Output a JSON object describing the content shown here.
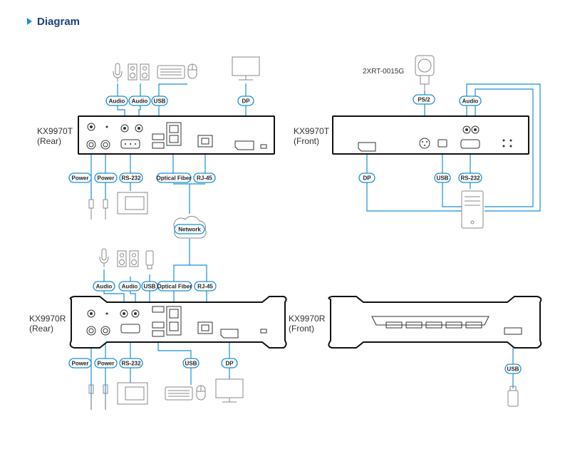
{
  "header": {
    "title": "Diagram"
  },
  "devices": {
    "tx_rear": {
      "line1": "KX9970T",
      "line2": "(Rear)"
    },
    "tx_front": {
      "line1": "KX9970T",
      "line2": "(Front)"
    },
    "rx_rear": {
      "line1": "KX9970R",
      "line2": "(Rear)"
    },
    "rx_front": {
      "line1": "KX9970R",
      "line2": "(Front)"
    }
  },
  "mouse_label": "2XRT-0015G",
  "labels": {
    "audio": "Audio",
    "usb": "USB",
    "dp": "DP",
    "power": "Power",
    "rs232": "RS-232",
    "optical_fiber": "Optical Fiber",
    "rj45": "RJ-45",
    "network": "Network",
    "ps2": "PS/2"
  },
  "colors": {
    "accent": "#1a8fd6",
    "title": "#1f3f7f",
    "line": "#1a8fd6",
    "device": "#111111"
  }
}
